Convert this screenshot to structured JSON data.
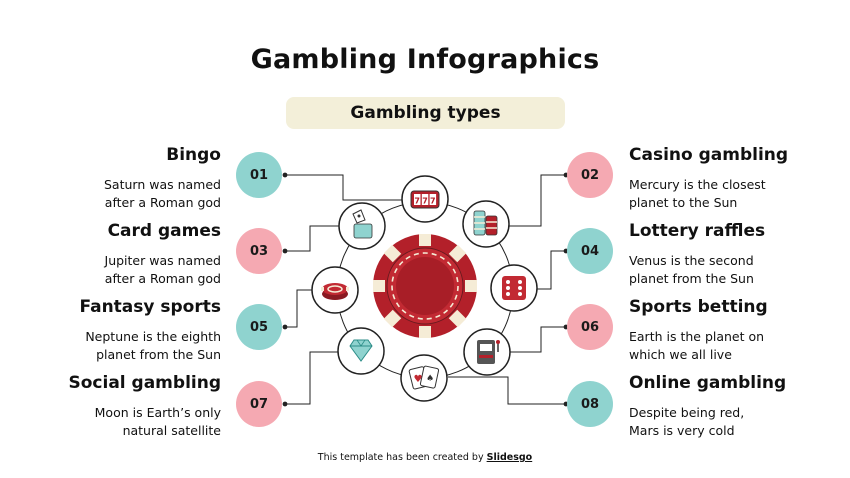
{
  "title": "Gambling Infographics",
  "subtitle": "Gambling types",
  "colors": {
    "teal": "#8fd3cf",
    "pink": "#f5a9b2",
    "chip_red": "#b3202a",
    "chip_cream": "#f5ecd6",
    "subtitle_bg": "#f3efd9"
  },
  "items": [
    {
      "number": "01",
      "heading": "Bingo",
      "line1": "Saturn was named",
      "line2": "after a Roman god",
      "icon": "bingo-icon"
    },
    {
      "number": "02",
      "heading": "Casino gambling",
      "line1": "Mercury is the closest",
      "line2": "planet to the Sun",
      "icon": "slot-machine-777-icon"
    },
    {
      "number": "03",
      "heading": "Card games",
      "line1": "Jupiter was named",
      "line2": "after a Roman god",
      "icon": "card-games-icon"
    },
    {
      "number": "04",
      "heading": "Lottery raffles",
      "line1": "Venus is the second",
      "line2": "planet from the Sun",
      "icon": "dice-icon"
    },
    {
      "number": "05",
      "heading": "Fantasy sports",
      "line1": "Neptune is the eighth",
      "line2": "planet from the Sun",
      "icon": "chip-icon"
    },
    {
      "number": "06",
      "heading": "Sports betting",
      "line1": "Earth is the planet on",
      "line2": "which we all live",
      "icon": "slot-machine-icon"
    },
    {
      "number": "07",
      "heading": "Social gambling",
      "line1": "Moon is Earth’s only",
      "line2": "natural satellite",
      "icon": "diamond-icon"
    },
    {
      "number": "08",
      "heading": "Online gambling",
      "line1": "Despite being red,",
      "line2": "Mars is very cold",
      "icon": "playing-cards-icon"
    }
  ],
  "footer": {
    "prefix": "This template has been created by",
    "brand": "Slidesgo"
  }
}
